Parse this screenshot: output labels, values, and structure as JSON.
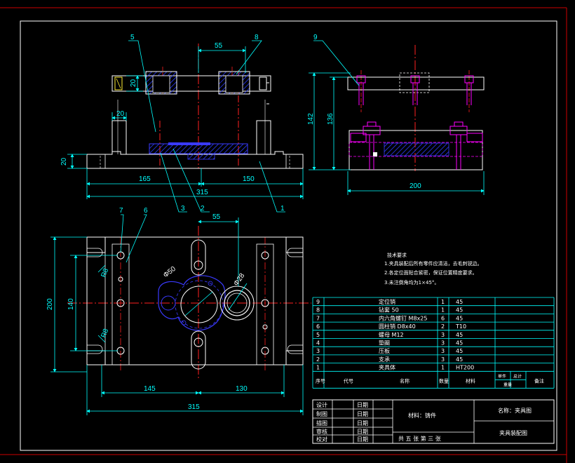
{
  "colors": {
    "background": "#000000",
    "frame": "#ffffff",
    "outline": "#ffffff",
    "dimension": "#00ffff",
    "center_line": "#ff2020",
    "hatch": "#2a3cff",
    "workpiece": "#3a3aff",
    "fastener": "#ff00ff",
    "leader": "#00ffff",
    "notes": "#ffffff",
    "title_grid": "#00ffff"
  },
  "front_view": {
    "dims": {
      "width_total": "315",
      "left_part": "165",
      "right_part": "150",
      "center_gap": "55",
      "plate_thick": "20",
      "post_width": "20",
      "base_thick": "20"
    },
    "part_labels": {
      "p5": "5",
      "p8": "8",
      "p3": "3",
      "p2": "2",
      "p1": "1"
    }
  },
  "side_view": {
    "dims": {
      "height_total": "142",
      "height_inner": "136",
      "width": "200"
    },
    "part_labels": {
      "p9": "9"
    }
  },
  "top_view": {
    "dims": {
      "width_total": "315",
      "left_part": "145",
      "right_part": "130",
      "center_gap": "55",
      "height_total": "200",
      "height_inner": "140",
      "dia_large": "Φ50",
      "dia_small": "Φ28",
      "radius_top": "R8",
      "radius_bottom": "R8"
    },
    "part_labels": {
      "p7": "7",
      "p6": "6"
    }
  },
  "notes": {
    "title": "技术要求",
    "items": [
      "1.夹具装配后所有零件应清洁，去毛刺锐边。",
      "2.各定位面贴合紧密，保证位置精度要求。",
      "3.未注倒角均为1×45°。"
    ]
  },
  "bom": [
    {
      "no": "9",
      "name": "定位销",
      "qty": "1",
      "material": "45"
    },
    {
      "no": "8",
      "name": "钻套 50",
      "qty": "1",
      "material": "45"
    },
    {
      "no": "7",
      "name": "内六角螺钉 M8x25",
      "qty": "6",
      "material": "45"
    },
    {
      "no": "6",
      "name": "圆柱销 D8x40",
      "qty": "2",
      "material": "T10"
    },
    {
      "no": "5",
      "name": "螺母 M12",
      "qty": "3",
      "material": "45"
    },
    {
      "no": "4",
      "name": "垫圈",
      "qty": "3",
      "material": "45"
    },
    {
      "no": "3",
      "name": "压板",
      "qty": "3",
      "material": "45"
    },
    {
      "no": "2",
      "name": "支承",
      "qty": "3",
      "material": "45"
    },
    {
      "no": "1",
      "name": "夹具体",
      "qty": "1",
      "material": "HT200"
    }
  ],
  "bom_header": {
    "no": "序号",
    "code": "代号",
    "name": "名称",
    "qty": "数量",
    "material": "材料",
    "single": "单件",
    "total": "总计",
    "weight": "重量",
    "remark": "备注"
  },
  "title_block": {
    "row_labels": [
      "设计",
      "制图",
      "描图",
      "审核",
      "校对"
    ],
    "date_label": "日期",
    "material_label": "材料：铸件",
    "drawing_name": "名称：夹具图",
    "drawing_type": "夹具装配图",
    "sheet_info": "共 五 张    第 三 张"
  }
}
